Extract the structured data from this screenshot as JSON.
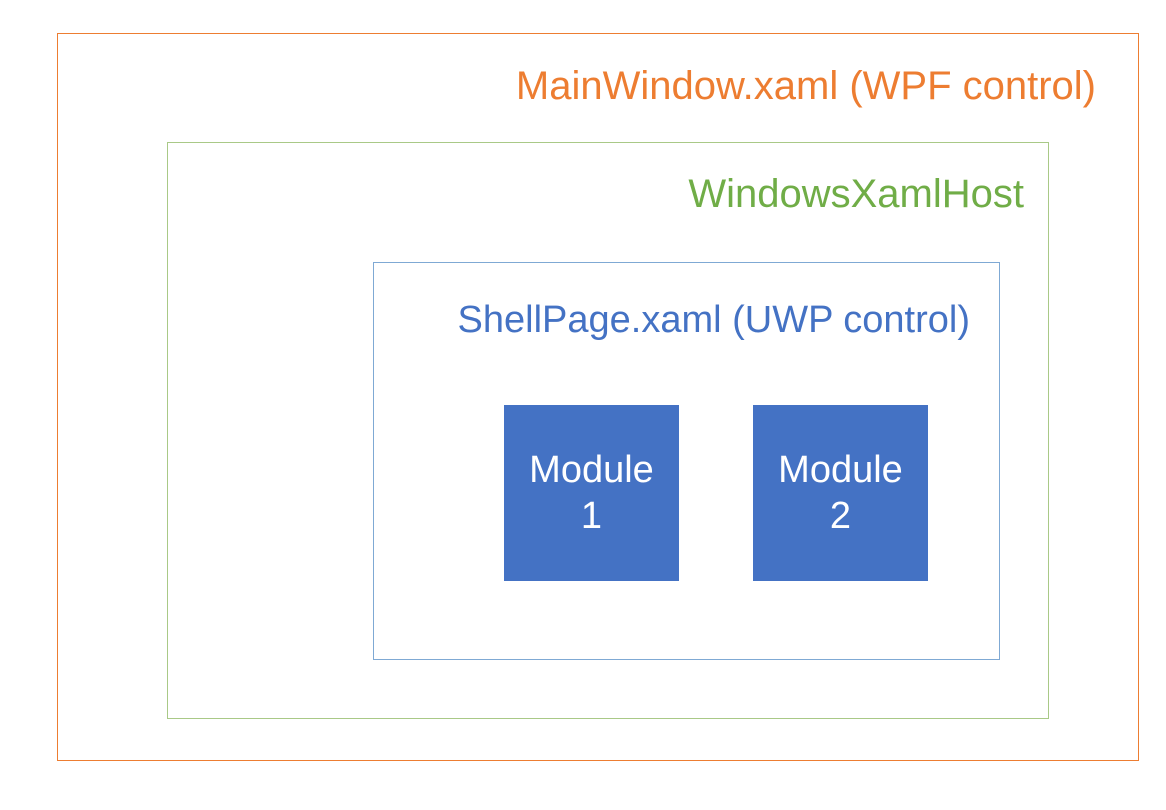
{
  "diagram": {
    "background_color": "#FFFFFF",
    "layers": [
      {
        "id": "wpf-host",
        "label": "MainWindow.xaml (WPF control)",
        "border_color": "#ED7D31",
        "text_color": "#ED7D31"
      },
      {
        "id": "xaml-host",
        "label": "WindowsXamlHost",
        "border_color": "#A9C987",
        "text_color": "#70AD47"
      },
      {
        "id": "uwp-shell",
        "label": "ShellPage.xaml (UWP control)",
        "border_color": "#7FA9D4",
        "text_color": "#4472C4"
      }
    ],
    "modules": [
      {
        "id": "module-1",
        "name_line": "Module",
        "number_line": "1",
        "fill_color": "#4472C4",
        "text_color": "#FFFFFF"
      },
      {
        "id": "module-2",
        "name_line": "Module",
        "number_line": "2",
        "fill_color": "#4472C4",
        "text_color": "#FFFFFF"
      }
    ]
  }
}
